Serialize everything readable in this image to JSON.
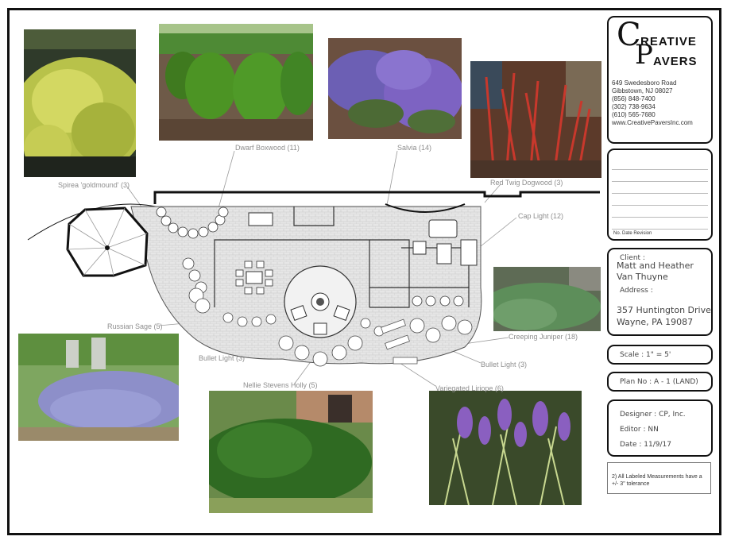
{
  "labels": {
    "spirea": "Spirea 'goldmound' (3)",
    "boxwood": "Dwarf Boxwood (11)",
    "salvia": "Salvia (14)",
    "dogwood": "Red Twig Dogwood (3)",
    "cap_light": "Cap Light (12)",
    "russian_sage": "Russian Sage (5)",
    "creeping_juniper": "Creeping Juniper (18)",
    "bullet_light_left": "Bullet Light (3)",
    "bullet_light_right": "Bullet Light (3)",
    "holly": "Nellie Stevens Holly (5)",
    "liriope": "Variegated Liriope (6)"
  },
  "title_block": {
    "logo_c": "C",
    "logo_reative": "REATIVE",
    "logo_p": "P",
    "logo_avers": "AVERS",
    "address1": "649 Swedesboro Road",
    "address2": "Gibbstown, NJ 08027",
    "phone1": "(856) 848-7400",
    "phone2": "(302) 738-9634",
    "phone3": "(610) 565-7680",
    "website": "www.CreativePaversInc.com",
    "revision_header": "No.  Date  Revision",
    "client_label": "Client :",
    "client_name": "Matt and Heather Van Thuyne",
    "address_label": "Address :",
    "address_line1": "357 Huntington Drive",
    "address_line2": "Wayne, PA 19087",
    "scale": "Scale : 1\" = 5'",
    "plan_no": "Plan No : A - 1 (LAND)",
    "designer": "Designer : CP, Inc.",
    "editor": "Editor : NN",
    "date": "Date : 11/9/17",
    "note": "2) All Labeled Measurements have a +/- 3\" tolerance"
  },
  "colors": {
    "frame": "#111111",
    "label_text": "#8e8e8e",
    "paver_fill": "#e6e6e6"
  }
}
